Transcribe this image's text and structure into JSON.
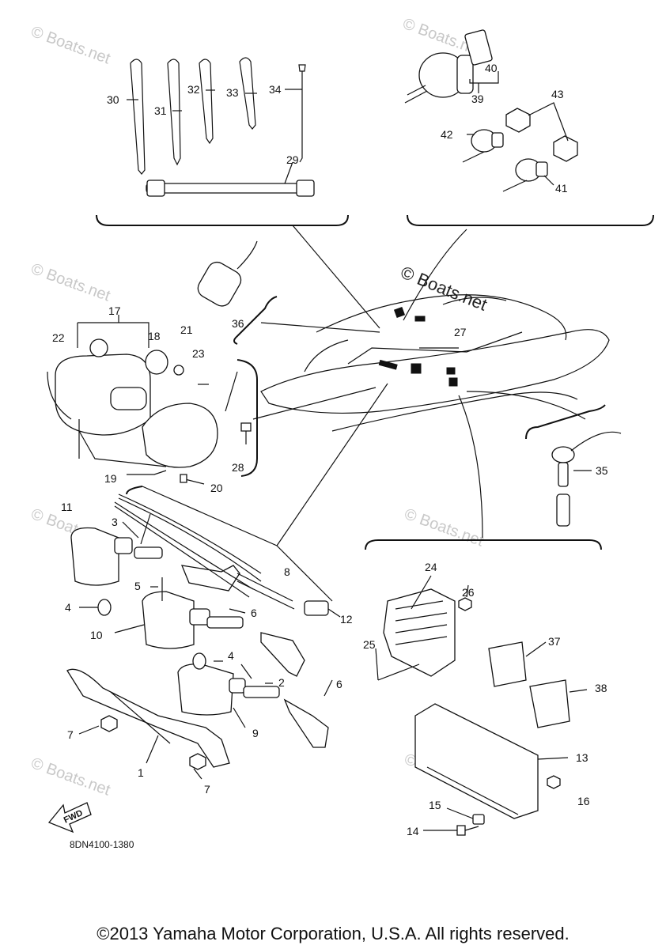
{
  "watermark": {
    "text": "© Boats.net",
    "main_text": "© Boats.net"
  },
  "labels": {
    "p1": "1",
    "p2": "2",
    "p3": "3",
    "p4a": "4",
    "p4b": "4",
    "p5": "5",
    "p6a": "6",
    "p6b": "6",
    "p7a": "7",
    "p7b": "7",
    "p8": "8",
    "p9": "9",
    "p10": "10",
    "p11": "11",
    "p12": "12",
    "p13": "13",
    "p14": "14",
    "p15": "15",
    "p16": "16",
    "p17": "17",
    "p18": "18",
    "p19": "19",
    "p20": "20",
    "p21": "21",
    "p22": "22",
    "p23": "23",
    "p24": "24",
    "p25": "25",
    "p26": "26",
    "p27": "27",
    "p28": "28",
    "p29": "29",
    "p30": "30",
    "p31": "31",
    "p32": "32",
    "p33": "33",
    "p34": "34",
    "p35": "35",
    "p36": "36",
    "p37": "37",
    "p38": "38",
    "p39": "39",
    "p40": "40",
    "p41": "41",
    "p42": "42",
    "p43": "43"
  },
  "fwd_label": "FWD",
  "diagram_ref": "8DN4100-1380",
  "copyright": "©2013 Yamaha Motor Corporation, U.S.A. All rights reserved."
}
